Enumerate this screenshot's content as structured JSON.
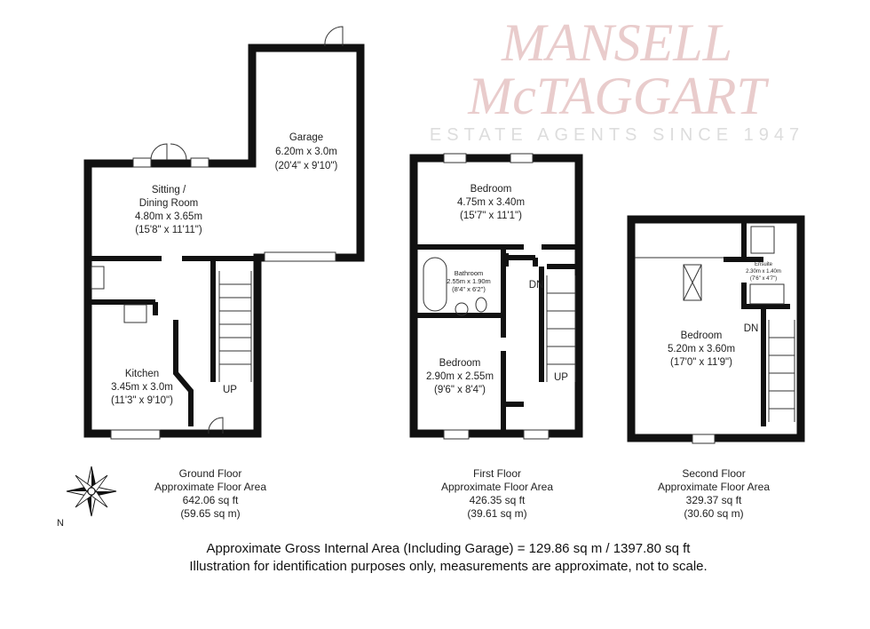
{
  "watermark": {
    "line1": "MANSELL",
    "line2": "McTAGGART",
    "line3": "ESTATE AGENTS SINCE 1947"
  },
  "ground": {
    "garage": {
      "name": "Garage",
      "metric": "6.20m x 3.0m",
      "imperial": "(20'4\" x 9'10\")"
    },
    "sitting": {
      "name1": "Sitting /",
      "name2": "Dining Room",
      "metric": "4.80m x 3.65m",
      "imperial": "(15'8\" x 11'11\")"
    },
    "kitchen": {
      "name": "Kitchen",
      "metric": "3.45m x 3.0m",
      "imperial": "(11'3\" x 9'10\")"
    },
    "stairs": "UP",
    "caption": {
      "title": "Ground Floor",
      "subtitle": "Approximate Floor Area",
      "sqft": "642.06 sq ft",
      "sqm": "(59.65 sq m)"
    }
  },
  "first": {
    "bedroom1": {
      "name": "Bedroom",
      "metric": "4.75m x 3.40m",
      "imperial": "(15'7\" x 11'1\")"
    },
    "bathroom": {
      "name": "Bathroom",
      "metric": "2.55m x 1.90m",
      "imperial": "(8'4\" x 6'2\")"
    },
    "bedroom2": {
      "name": "Bedroom",
      "metric": "2.90m x 2.55m",
      "imperial": "(9'6\" x 8'4\")"
    },
    "dn": "DN",
    "up": "UP",
    "caption": {
      "title": "First Floor",
      "subtitle": "Approximate Floor Area",
      "sqft": "426.35 sq ft",
      "sqm": "(39.61 sq m)"
    }
  },
  "second": {
    "bedroom": {
      "name": "Bedroom",
      "metric": "5.20m x 3.60m",
      "imperial": "(17'0\" x 11'9\")"
    },
    "ensuite": {
      "name": "Ensuite",
      "metric": "2.30m x 1.40m",
      "imperial": "(7'6\" x 4'7\")"
    },
    "dn": "DN",
    "caption": {
      "title": "Second Floor",
      "subtitle": "Approximate Floor Area",
      "sqft": "329.37 sq ft",
      "sqm": "(30.60 sq m)"
    }
  },
  "compass": {
    "label": "N"
  },
  "footer": {
    "line1": "Approximate Gross Internal Area (Including Garage) = 129.86 sq m / 1397.80 sq ft",
    "line2": "Illustration for identification purposes only, measurements are approximate, not to scale."
  }
}
